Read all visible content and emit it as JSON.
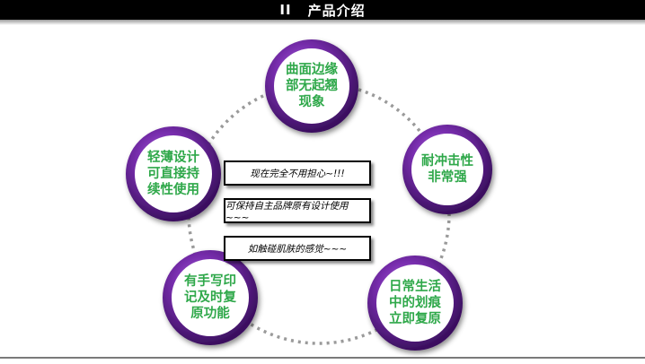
{
  "header": {
    "roman_numeral": "II",
    "title": "产品介绍"
  },
  "features": [
    {
      "lines": [
        "曲面边缘",
        "部无起翘",
        "现象"
      ]
    },
    {
      "lines": [
        "耐冲击性",
        "非常强"
      ]
    },
    {
      "lines": [
        "日常生活",
        "中的划痕",
        "立即复原"
      ]
    },
    {
      "lines": [
        "有手写印",
        "记及时复",
        "原功能"
      ]
    },
    {
      "lines": [
        "轻薄设计",
        "可直接持",
        "续性使用"
      ]
    }
  ],
  "center_statements": [
    "现在完全不用担心~!!!",
    "可保持自主品牌原有设计使用~~~",
    "如触碰肌肤的感觉~~~"
  ],
  "colors": {
    "ring_purple": "#7a2fb0",
    "feature_text": "#2fa84a",
    "dotted_circle": "#9a9a9a"
  }
}
